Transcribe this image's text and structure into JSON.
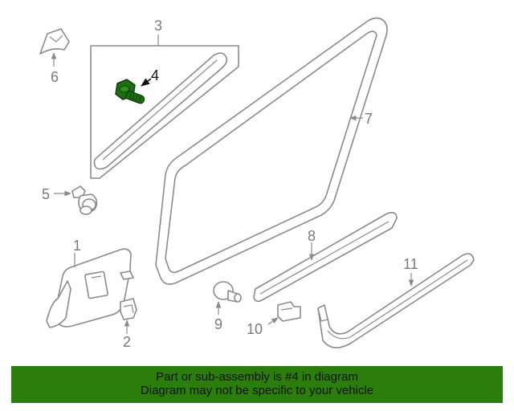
{
  "callouts": {
    "c1": "1",
    "c2": "2",
    "c3": "3",
    "c4": "4",
    "c5": "5",
    "c6": "6",
    "c7": "7",
    "c8": "8",
    "c9": "9",
    "c10": "10",
    "c11": "11"
  },
  "highlight": {
    "part": "4",
    "color": "#1e6e12"
  },
  "banner": {
    "line1": "Part or sub-assembly is #4 in diagram",
    "line2": "Diagram may not be specific to your vehicle",
    "background": "#2b7d0c"
  }
}
